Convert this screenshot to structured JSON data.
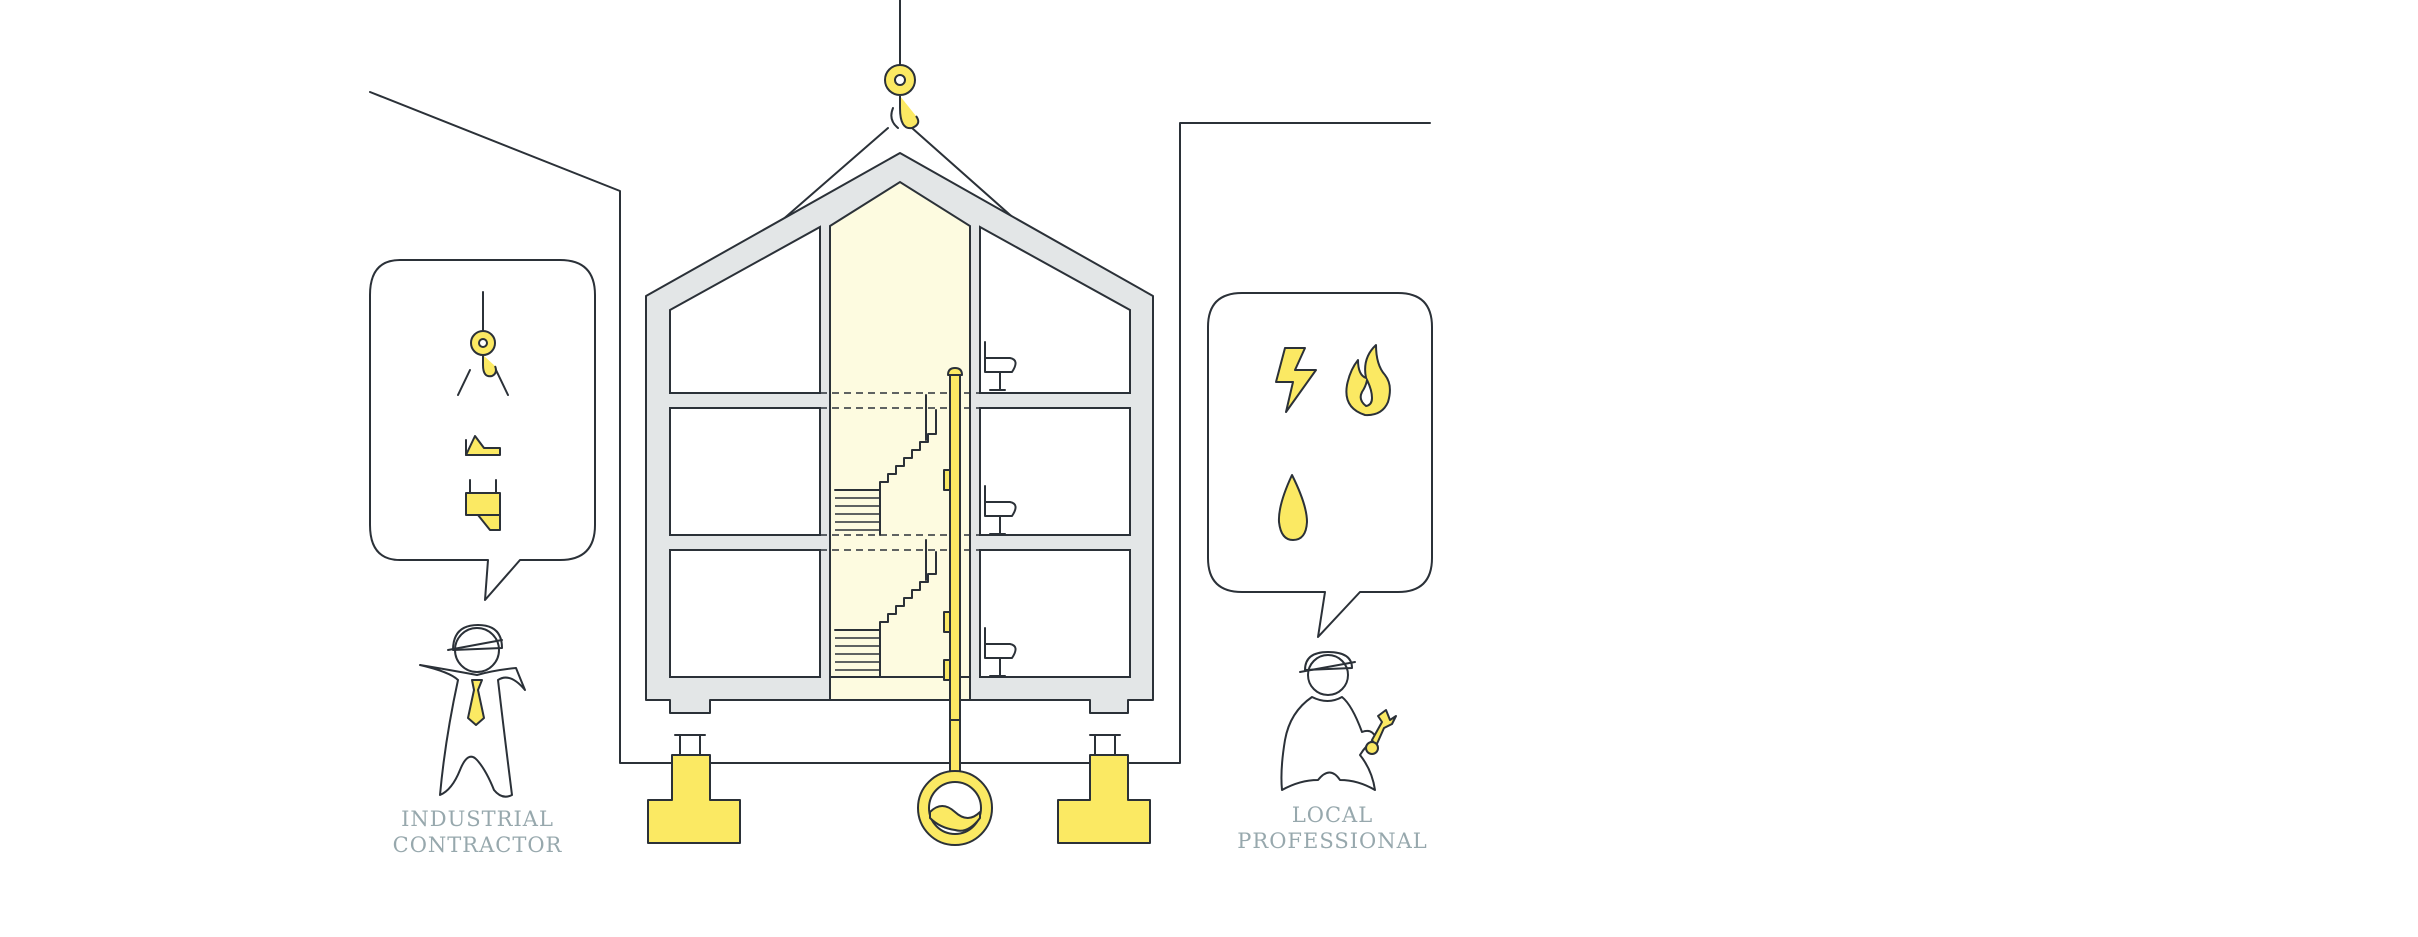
{
  "colors": {
    "line": "#2b3138",
    "accent": "#fbe963",
    "accent_light": "#fdfbe0",
    "wall": "#e3e6e7",
    "caption": "#97a8ad",
    "background": "#ffffff"
  },
  "left_figure": {
    "role": "industrial-contractor",
    "caption_lines": [
      "INDUSTRIAL",
      "CONTRACTOR"
    ],
    "bubble_icons": [
      "crane-hook-icon",
      "prefab-module-icon",
      "plug-connector-icon"
    ]
  },
  "right_figure": {
    "role": "local-professional",
    "caption_lines": [
      "LOCAL",
      "PROFESSIONAL"
    ],
    "bubble_icons": [
      "lightning-bolt-icon",
      "flame-icon",
      "water-drop-icon"
    ]
  },
  "house": {
    "floors": 3,
    "room_columns": 2,
    "features": [
      "crane-hook-icon",
      "staircase",
      "utility-riser",
      "toilets",
      "foundation-blocks",
      "utility-connection-ring"
    ]
  }
}
